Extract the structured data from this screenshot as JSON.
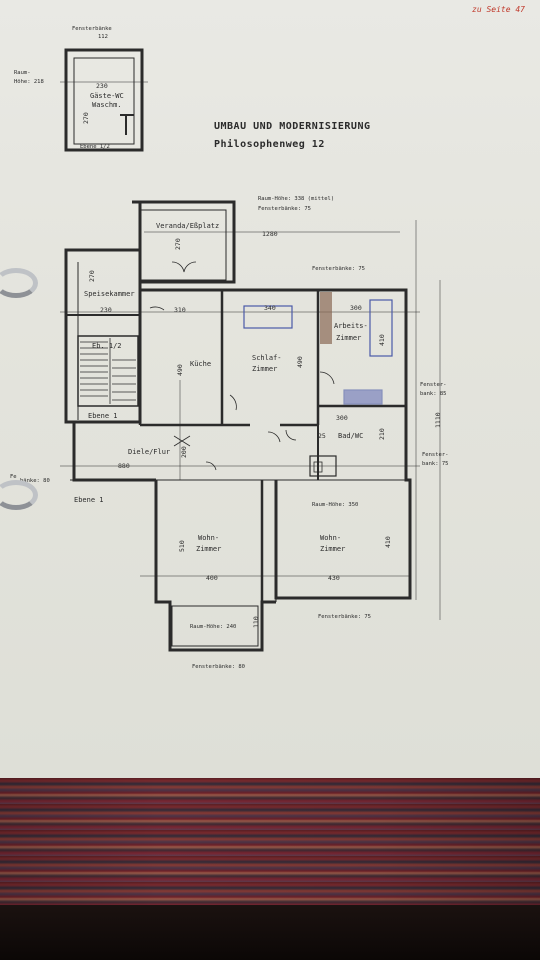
{
  "document": {
    "title_line1": "UMBAU UND MODERNISIERUNG",
    "title_line2": "Philosophenweg 12",
    "corner_pencil_note": "zu Seite 47"
  },
  "rooms": {
    "gaeste_wc_line1": "Gäste-WC",
    "gaeste_wc_line2": "Waschm.",
    "veranda": "Veranda/Eßplatz",
    "speisekammer": "Speisekammer",
    "kueche": "Küche",
    "schlafzimmer_line1": "Schlaf-",
    "schlafzimmer_line2": "Zimmer",
    "arbeitszimmer_line1": "Arbeits-",
    "arbeitszimmer_line2": "Zimmer",
    "bad_wc": "Bad/WC",
    "diele_flur": "Diele/Flur",
    "wohnzimmer_left_line1": "Wohn-",
    "wohnzimmer_left_line2": "Zimmer",
    "wohnzimmer_right_line1": "Wohn-",
    "wohnzimmer_right_line2": "Zimmer",
    "stair_label": "Eb. 1/2"
  },
  "levels": {
    "ebene_half_top": "Ebene 1/2",
    "ebene_1_stair": "Ebene 1",
    "ebene_1_left": "Ebene 1"
  },
  "notes": {
    "fensterbank_top": "Fensterbänke",
    "fensterbank_top_value": "112",
    "raumhoehe_left_label": "Raum-",
    "raumhoehe_left_value": "Höhe: 218",
    "raumhoehe_main": "Raum-Höhe: 338 (mittel)",
    "fensterbank_main": "Fensterbänke: 75",
    "fensterbank_right1": "Fenster-",
    "fensterbank_right1b": "bank: 85",
    "fensterbank_right2": "Fenster-",
    "fensterbank_right2b": "bank: 75",
    "fensterbank_arbeits": "Fensterbänke: 75",
    "raumhoehe_wohn_right": "Raum-Höhe: 350",
    "fensterbank_bottom_right": "Fensterbänke: 75",
    "raumhoehe_erker": "Raum-Höhe: 240",
    "fensterbank_bottom": "Fensterbänke: 80",
    "left_edge_note1": "Fe",
    "left_edge_note2": "bänke: 80"
  },
  "dimensions": {
    "wc_width": "230",
    "wc_depth": "270",
    "veranda_depth": "270",
    "total_width": "1280",
    "speisekammer_depth": "270",
    "speisekammer_width": "230",
    "kueche_width": "310",
    "schlaf_width": "340",
    "arbeits_width": "300",
    "arbeits_depth": "410",
    "kueche_depth": "490",
    "schlaf_depth": "490",
    "bad_width": "300",
    "bad_depth": "210",
    "bad_small": "25",
    "diele_width": "880",
    "diele_depth": "200",
    "total_depth": "1110",
    "wohn_left_depth": "510",
    "wohn_left_width": "400",
    "wohn_right_depth": "410",
    "wohn_right_width": "430",
    "erker_depth": "110"
  }
}
